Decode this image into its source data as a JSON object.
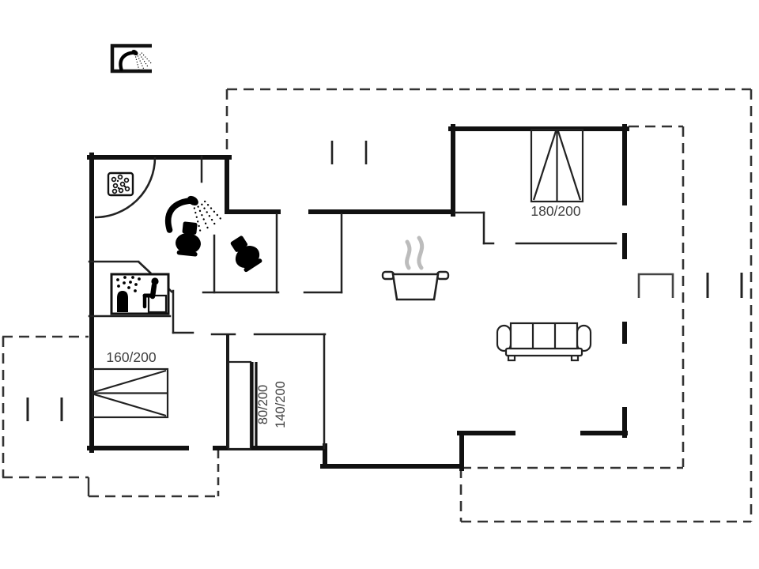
{
  "floor_plan": {
    "bed_labels": {
      "double_bed_top": "180/200",
      "double_bed_left": "160/200",
      "bunk_bed": [
        "80/200",
        "140/200"
      ]
    },
    "colors": {
      "exterior_wall": "#111111",
      "interior_wall": "#222222",
      "terrace_dashed_outline": "#333333",
      "label_text": "#3f3f3f",
      "steam_gray": "#bcbcbc",
      "background": "#ffffff"
    },
    "icons": [
      "shower-icon",
      "washing-machine-icon",
      "toilet-icon",
      "sauna-icon",
      "cooking-pot-icon",
      "steam-icon",
      "sofa-icon",
      "double-bed-icon",
      "bunk-bed-icon"
    ]
  }
}
